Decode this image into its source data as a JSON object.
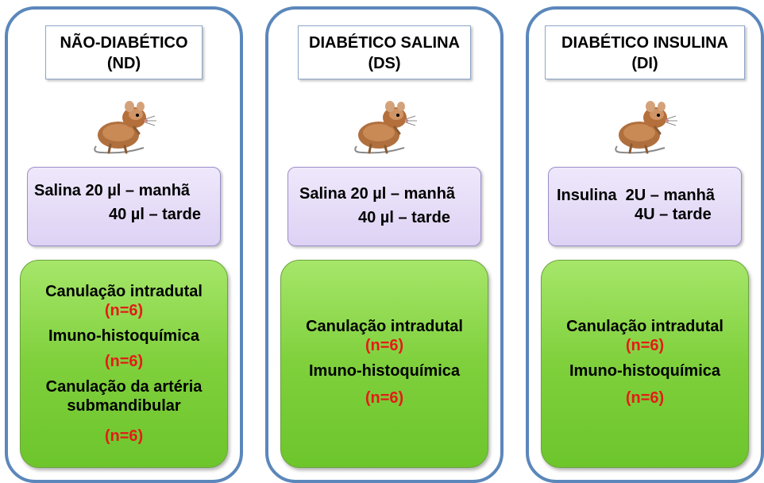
{
  "groups": [
    {
      "title": "NÃO-DIABÉTICO",
      "abbr": "(ND)",
      "treatment": {
        "line1": "Salina 20 µl – manhã",
        "line2": "40 µl – tarde"
      },
      "procedures": [
        {
          "name": "Canulação intradutal",
          "n": "(n=6)"
        },
        {
          "name": "Imuno-histoquímica",
          "n": "(n=6)"
        },
        {
          "name": "Canulação da artéria",
          "name2": "submandibular",
          "n": "(n=6)"
        }
      ]
    },
    {
      "title": "DIABÉTICO SALINA",
      "abbr": "(DS)",
      "treatment": {
        "line1": "Salina 20 µl – manhã",
        "line2": "40 µl – tarde"
      },
      "procedures": [
        {
          "name": "Canulação intradutal",
          "n": "(n=6)"
        },
        {
          "name": "Imuno-histoquímica",
          "n": "(n=6)"
        }
      ]
    },
    {
      "title": "DIABÉTICO INSULINA",
      "abbr": "(DI)",
      "treatment": {
        "line1": "Insulina  2U – manhã",
        "line2": "4U – tarde"
      },
      "procedures": [
        {
          "name": "Canulação intradutal",
          "n": "(n=6)"
        },
        {
          "name": "Imuno-histoquímica",
          "n": "(n=6)"
        }
      ]
    }
  ]
}
